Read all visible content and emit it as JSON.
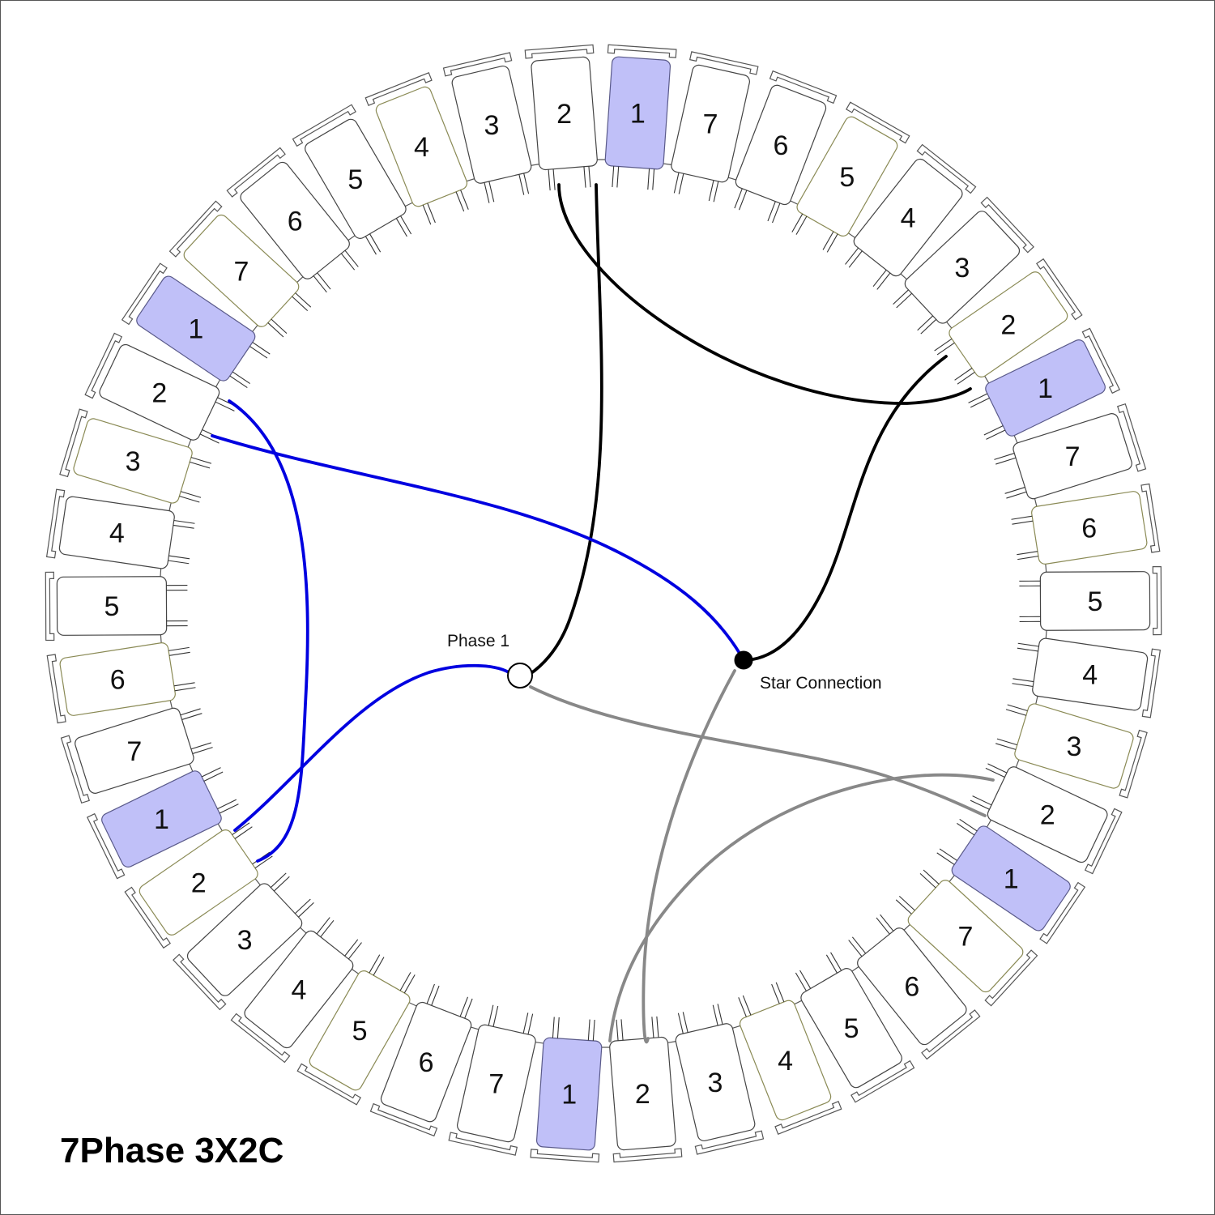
{
  "title": "7Phase 3X2C",
  "labels": {
    "phase": "Phase 1",
    "star": "Star Connection"
  },
  "colors": {
    "highlight_fill": "#c0c0f8",
    "normal_fill": "#ffffff",
    "wire_black": "#000000",
    "wire_blue": "#0000e0",
    "wire_gray": "#888888",
    "frame": "#555555"
  },
  "coils": [
    {
      "label": "1",
      "highlight": true
    },
    {
      "label": "7",
      "highlight": false
    },
    {
      "label": "6",
      "highlight": false
    },
    {
      "label": "5",
      "highlight": false
    },
    {
      "label": "4",
      "highlight": false
    },
    {
      "label": "3",
      "highlight": false
    },
    {
      "label": "2",
      "highlight": false
    },
    {
      "label": "1",
      "highlight": true
    },
    {
      "label": "7",
      "highlight": false
    },
    {
      "label": "6",
      "highlight": false
    },
    {
      "label": "5",
      "highlight": false
    },
    {
      "label": "4",
      "highlight": false
    },
    {
      "label": "3",
      "highlight": false
    },
    {
      "label": "2",
      "highlight": false
    },
    {
      "label": "1",
      "highlight": true
    },
    {
      "label": "7",
      "highlight": false
    },
    {
      "label": "6",
      "highlight": false
    },
    {
      "label": "5",
      "highlight": false
    },
    {
      "label": "4",
      "highlight": false
    },
    {
      "label": "3",
      "highlight": false
    },
    {
      "label": "2",
      "highlight": false
    },
    {
      "label": "1",
      "highlight": true
    },
    {
      "label": "7",
      "highlight": false
    },
    {
      "label": "6",
      "highlight": false
    },
    {
      "label": "5",
      "highlight": false
    },
    {
      "label": "4",
      "highlight": false
    },
    {
      "label": "3",
      "highlight": false
    },
    {
      "label": "2",
      "highlight": false
    },
    {
      "label": "1",
      "highlight": true
    },
    {
      "label": "7",
      "highlight": false
    },
    {
      "label": "6",
      "highlight": false
    },
    {
      "label": "5",
      "highlight": false
    },
    {
      "label": "4",
      "highlight": false
    },
    {
      "label": "3",
      "highlight": false
    },
    {
      "label": "2",
      "highlight": false
    },
    {
      "label": "1",
      "highlight": true
    },
    {
      "label": "7",
      "highlight": false
    },
    {
      "label": "6",
      "highlight": false
    },
    {
      "label": "5",
      "highlight": false
    },
    {
      "label": "4",
      "highlight": false
    },
    {
      "label": "3",
      "highlight": false
    },
    {
      "label": "2",
      "highlight": false
    }
  ]
}
